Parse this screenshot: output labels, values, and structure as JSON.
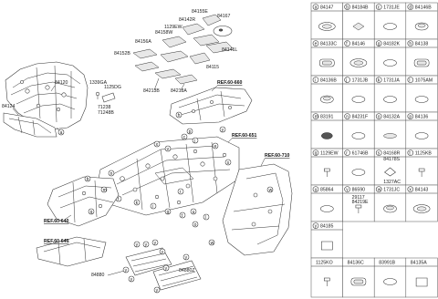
{
  "callout_letters": [
    "a",
    "b",
    "c",
    "d",
    "e",
    "f",
    "g",
    "h",
    "i",
    "j",
    "k",
    "l",
    "m",
    "n",
    "o",
    "p",
    "q",
    "r",
    "s",
    "t",
    "u",
    "v",
    "w",
    "x",
    "y"
  ],
  "refs": {
    "r660": "REF.60-660",
    "r651": "REF.60-651",
    "r710": "REF.60-710",
    "r640a": "REF.60-640",
    "r640b": "REF.60-640"
  },
  "parts": {
    "p84120": "84120",
    "p84124": "84124",
    "p1339GA": "1339GA",
    "p1125DG": "1125DG",
    "p71238": "71238",
    "p71248B": "71248B",
    "p84155E": "84155E",
    "p84167": "84167",
    "p84142R": "84142R",
    "p84158W": "84158W",
    "p1129EW": "1129EW",
    "p84156A": "84156A",
    "p84152B": "84152B",
    "p84141L": "84141L",
    "p84115": "84115",
    "p84218A": "84218A",
    "p84213B": "84213B",
    "p84880": "84880",
    "p84880Z": "84880Z",
    "p1327AC": "1327AC"
  },
  "legend": [
    {
      "letter": "a",
      "code": "84147"
    },
    {
      "letter": "b",
      "code": "84184B"
    },
    {
      "letter": "c",
      "code": "1731JE"
    },
    {
      "letter": "d",
      "code": "84146B"
    },
    {
      "letter": "e",
      "code": "84133C"
    },
    {
      "letter": "f",
      "code": "84146"
    },
    {
      "letter": "g",
      "code": "84182K"
    },
    {
      "letter": "h",
      "code": "84138"
    },
    {
      "letter": "i",
      "code": "84136B"
    },
    {
      "letter": "j",
      "code": "1731JB"
    },
    {
      "letter": "k",
      "code": "1731JA"
    },
    {
      "letter": "l",
      "code": "1075AM"
    },
    {
      "letter": "m",
      "code": "83191"
    },
    {
      "letter": "n",
      "code": "84231F"
    },
    {
      "letter": "o",
      "code": "84132A"
    },
    {
      "letter": "p",
      "code": "84136"
    },
    {
      "letter": "q",
      "code": "1129EW"
    },
    {
      "letter": "r",
      "code": "61746B"
    },
    {
      "letter": "s",
      "code": "84168R"
    },
    {
      "letter": "t",
      "code": "1125KB"
    },
    {
      "letter": "u",
      "code": "85864"
    },
    {
      "letter": "v",
      "code": "86590"
    },
    {
      "letter": "w",
      "code": "1731JC"
    },
    {
      "letter": "x",
      "code": "84143"
    },
    {
      "letter": "y",
      "code": "84185"
    }
  ],
  "legend_extra": {
    "s2": "84178S",
    "v_sub1": "29117",
    "v_sub2": "84219E",
    "b1": "1125KO",
    "b2": "84136C",
    "b3": "83991B",
    "b4": "84135A"
  }
}
